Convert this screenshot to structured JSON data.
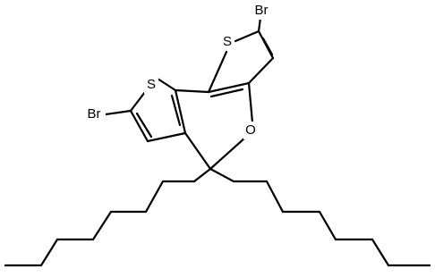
{
  "molecule": {
    "atoms": {
      "s_top": "S",
      "br_top": "Br",
      "s_left": "S",
      "br_left": "Br",
      "o_ring": "O"
    }
  },
  "colors": {
    "bond": "#000000",
    "background": "#ffffff"
  }
}
